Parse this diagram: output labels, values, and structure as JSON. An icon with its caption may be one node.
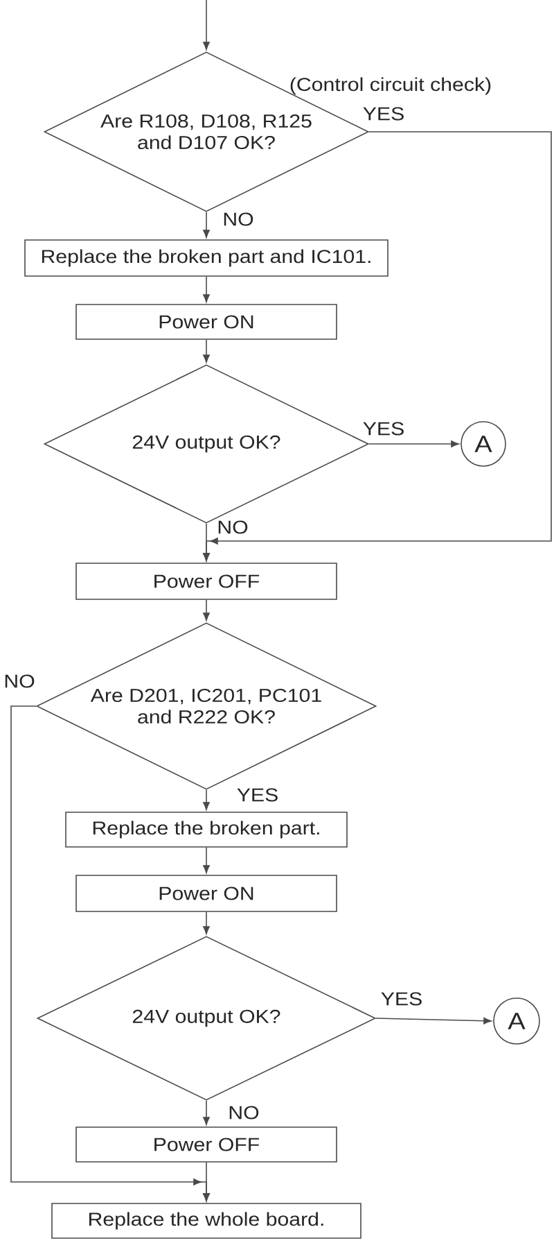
{
  "diagram": {
    "nodes": [
      {
        "text": [
          "Are R108, D108, R125 and D107 OK?"
        ],
        "beside": [
          "(Control circuit check)"
        ]
      },
      {
        "text": [
          "Replace the broken part and IC101."
        ]
      },
      {
        "text": [
          "Power ON"
        ]
      },
      {
        "text": [
          "24V output OK?"
        ]
      },
      {
        "text": [
          "A"
        ]
      },
      {
        "text": [
          "Power OFF"
        ]
      },
      {
        "text": [
          "Are D201, IC201, PC101 and R222 OK?"
        ]
      },
      {
        "text": [
          "Replace the broken part."
        ]
      },
      {
        "text": [
          "Power ON"
        ]
      },
      {
        "text": [
          "24V output OK?"
        ]
      },
      {
        "text": [
          "A"
        ]
      },
      {
        "text": [
          "Power OFF"
        ]
      },
      {
        "text": [
          "Replace the whole board."
        ]
      }
    ],
    "edges": [
      {
        "from": null,
        "to": 0,
        "arrow": "to"
      },
      {
        "from": 0,
        "to": 1,
        "arrow": "to",
        "label": "NO"
      },
      {
        "from": 1,
        "to": 2,
        "arrow": "to"
      },
      {
        "from": 2,
        "to": 3,
        "arrow": "to"
      },
      {
        "from": 3,
        "to": 4,
        "arrow": "to",
        "label": "YES"
      },
      {
        "from": 3,
        "to": 5,
        "arrow": "to",
        "label": "NO"
      },
      {
        "from": 0,
        "to": 5,
        "arrow": "to",
        "label": "YES"
      },
      {
        "from": 5,
        "to": 6,
        "arrow": "to"
      },
      {
        "from": 6,
        "to": 7,
        "arrow": "to",
        "label": "YES"
      },
      {
        "from": 6,
        "to": 12,
        "arrow": "to",
        "label": "NO"
      },
      {
        "from": 7,
        "to": 8,
        "arrow": "to"
      },
      {
        "from": 8,
        "to": 9,
        "arrow": "to"
      },
      {
        "from": 9,
        "to": 10,
        "arrow": "to",
        "label": "YES"
      },
      {
        "from": 9,
        "to": 11,
        "arrow": "to",
        "label": "NO"
      },
      {
        "from": 11,
        "to": 12,
        "arrow": "to"
      }
    ]
  }
}
